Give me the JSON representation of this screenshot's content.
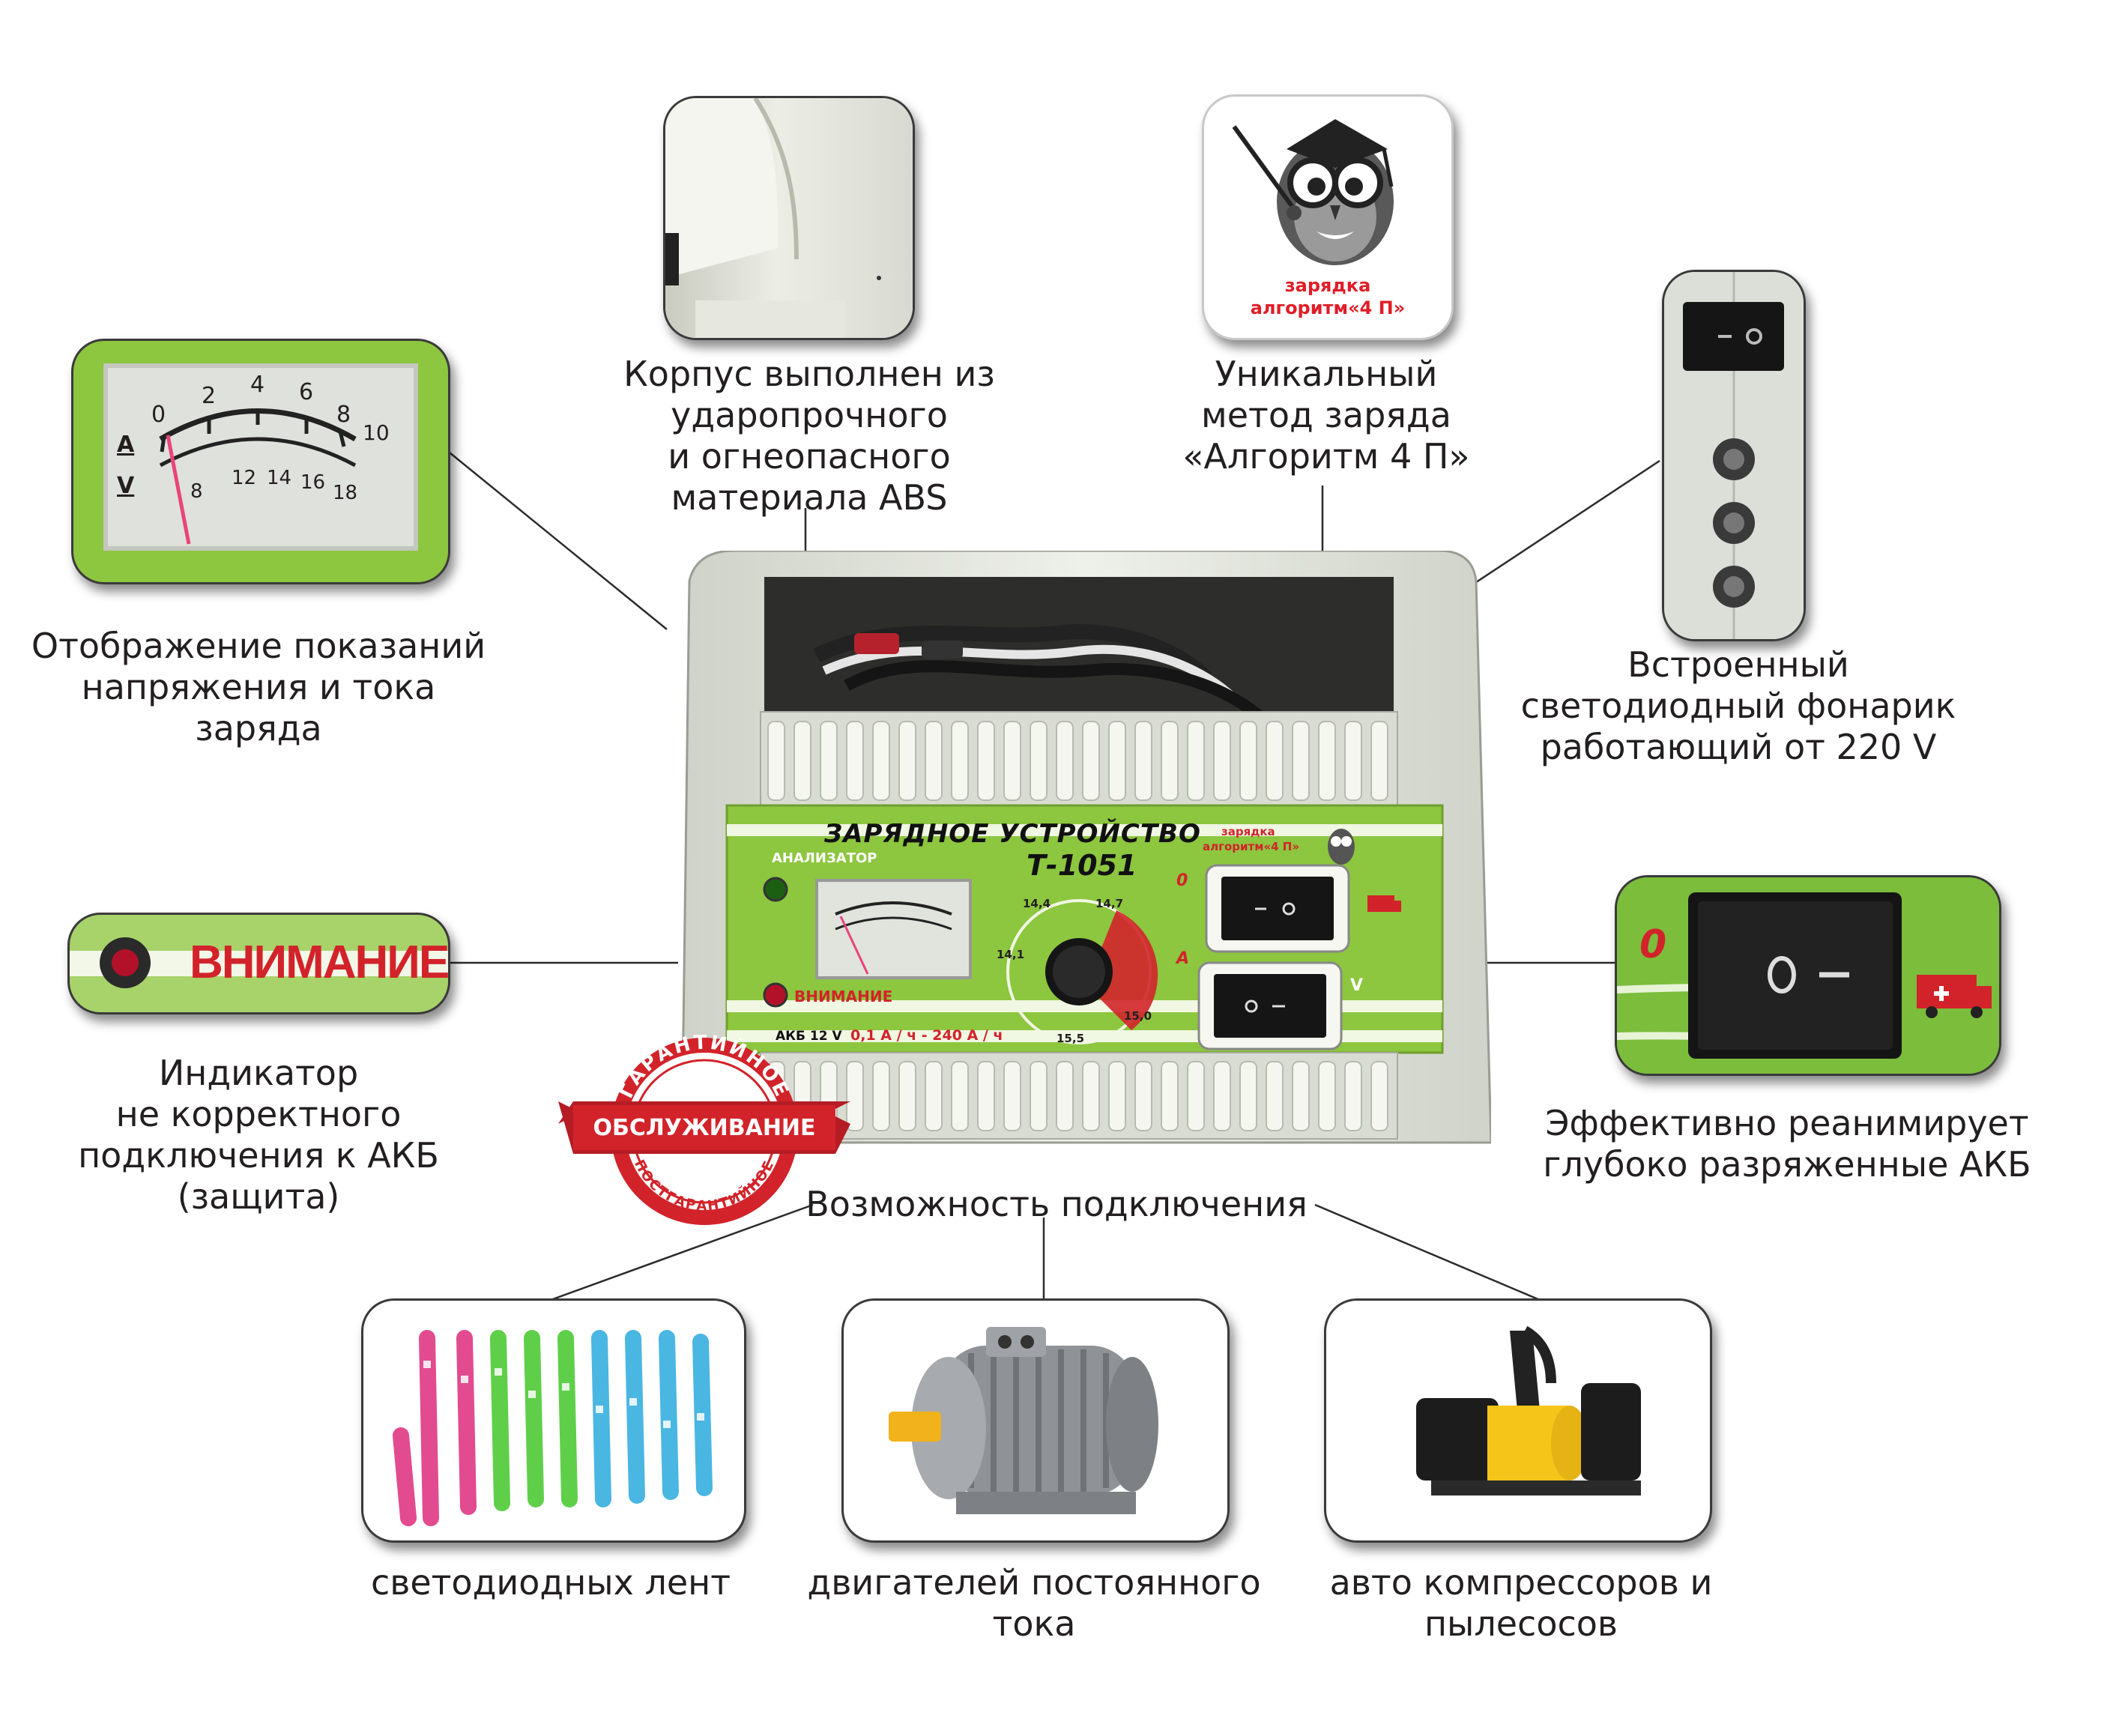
{
  "captions": {
    "housing": "Корпус выполнен из\nударопрочного\nи огнеопасного\nматериала ABS",
    "method": "Уникальный\nметод заряда\n«Алгоритм 4 П»",
    "meter": "Отображение показаний\nнапряжения и тока\nзаряда",
    "flashlight": "Встроенный\nсветодиодный фонарик\nработающий от 220 V",
    "indicator": "Индикатор\nне корректного\nподключения к АКБ\n(защита)",
    "reanimate": "Эффективно реанимирует\nглубоко разряженные АКБ",
    "connect_title": "Возможность подключения",
    "led": "светодиодных лент",
    "motor": "двигателей постоянного\nтока",
    "compressor": "авто компрессоров и\nпылесосов"
  },
  "owl_badge": {
    "line1": "зарядка",
    "line2": "алгоритм«4 П»"
  },
  "warning_badge": {
    "label": "ВНИМАНИЕ"
  },
  "device": {
    "title": "ЗАРЯДНОЕ УСТРОЙСТВО",
    "model": "Т-1051",
    "analyzer": "АНАЛИЗАТОР",
    "warning": "ВНИМАНИЕ",
    "badge_line1": "зарядка",
    "badge_line2": "алгоритм«4 П»",
    "spec_prefix": "АКБ 12 V",
    "spec_range": "0,1 А / ч - 240 А / ч",
    "dial_labels": [
      "14,4",
      "14,7",
      "14,1",
      "15,0",
      "15,5"
    ],
    "switch_top_mark": "0",
    "switch_bottom_mark": "А",
    "switch_v_mark": "V"
  },
  "meter": {
    "top_scale": [
      "0",
      "2",
      "4",
      "6",
      "8",
      "10"
    ],
    "bottom_scale": [
      "8",
      "12",
      "14",
      "16",
      "18"
    ],
    "unit_a": "A",
    "unit_v": "V"
  },
  "stamp": {
    "top": "ГАРАНТИЙНОЕ",
    "ribbon": "ОБСЛУЖИВАНИЕ",
    "bottom": "ПОСТГАРАНТИЙНОЕ"
  },
  "switch_zoom": {
    "mark": "0"
  },
  "colors": {
    "accent_green": "#8dc63f",
    "accent_red": "#d2232a",
    "pointer": "#e8457a"
  },
  "icons": {
    "owl": "owl-icon",
    "ambulance": "ambulance-icon",
    "led_strip": "led-strip-icon",
    "motor": "motor-icon",
    "compressor": "compressor-icon"
  }
}
